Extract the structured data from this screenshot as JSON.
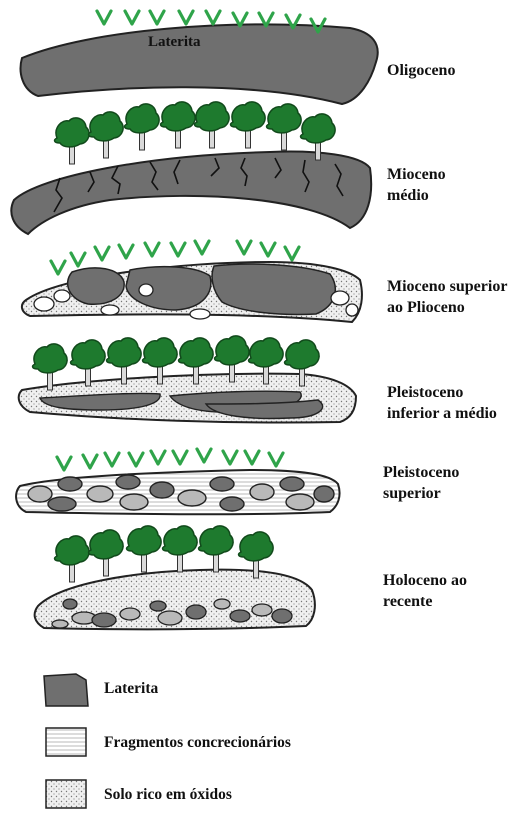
{
  "inline_label": "Laterita",
  "stages": [
    {
      "lines": [
        "Oligoceno"
      ]
    },
    {
      "lines": [
        "Mioceno",
        "médio"
      ]
    },
    {
      "lines": [
        "Mioceno superior",
        "ao Plioceno"
      ]
    },
    {
      "lines": [
        "Pleistoceno",
        "inferior a médio"
      ]
    },
    {
      "lines": [
        "Pleistoceno",
        "superior"
      ]
    },
    {
      "lines": [
        "Holoceno ao",
        "recente"
      ]
    }
  ],
  "legend": [
    {
      "label": "Laterita",
      "pattern": "solid-dark-gray"
    },
    {
      "label": "Fragmentos concrecionários",
      "pattern": "horizontal-lines"
    },
    {
      "label": "Solo rico em óxidos",
      "pattern": "dotted"
    }
  ],
  "colors": {
    "laterite": "#6f6f6f",
    "outline": "#222222",
    "tree_canopy": "#1e7a2e",
    "tree_trunk": "#d8d8d8",
    "grass": "#2fa44a",
    "oxide_soil": "#e6e6e6"
  }
}
